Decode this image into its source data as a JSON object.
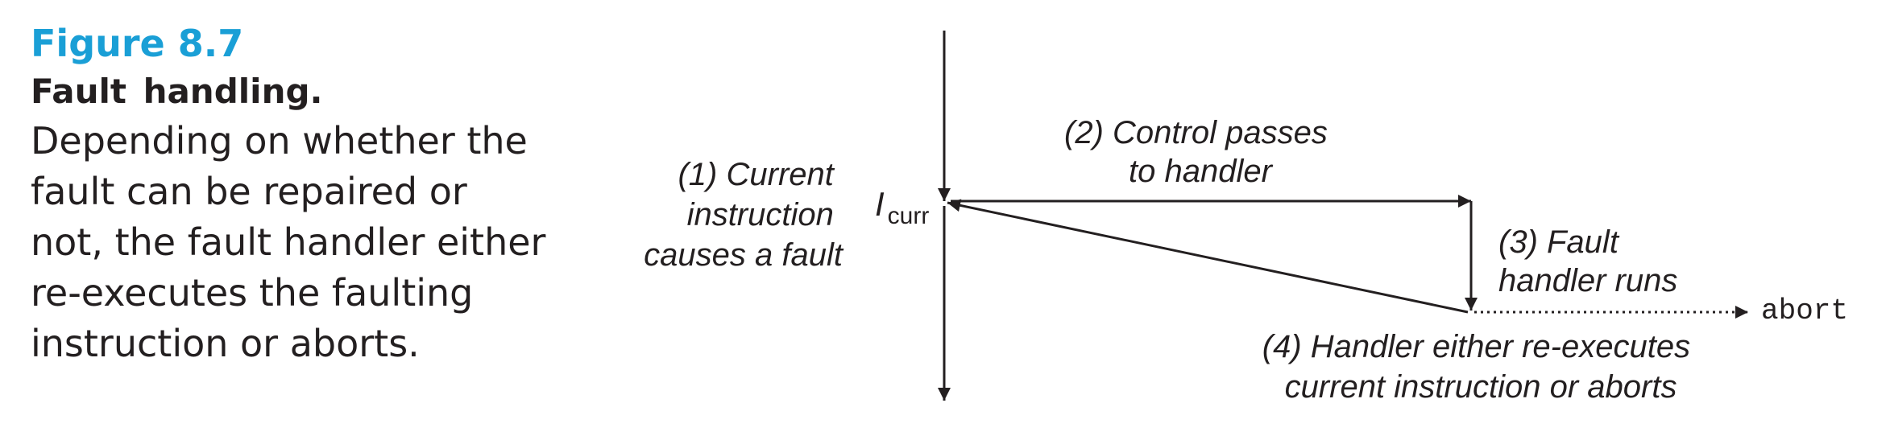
{
  "caption": {
    "figure_label": "Figure 8.7",
    "title": "Fault  handling.",
    "body_lines": [
      "Depending on whether the",
      "fault can be repaired or",
      "not, the fault handler either",
      "re-executes the faulting",
      "instruction or aborts."
    ]
  },
  "diagram": {
    "step1_lines": [
      "(1) Current",
      "instruction",
      "causes a fault"
    ],
    "step2_lines": [
      "(2) Control passes",
      "to handler"
    ],
    "step3_lines": [
      "(3) Fault",
      "handler runs"
    ],
    "step4_lines": [
      "(4) Handler either re-executes",
      "current instruction or aborts"
    ],
    "instruction_symbol": "I",
    "instruction_subscript": "curr",
    "abort_label": "abort"
  }
}
